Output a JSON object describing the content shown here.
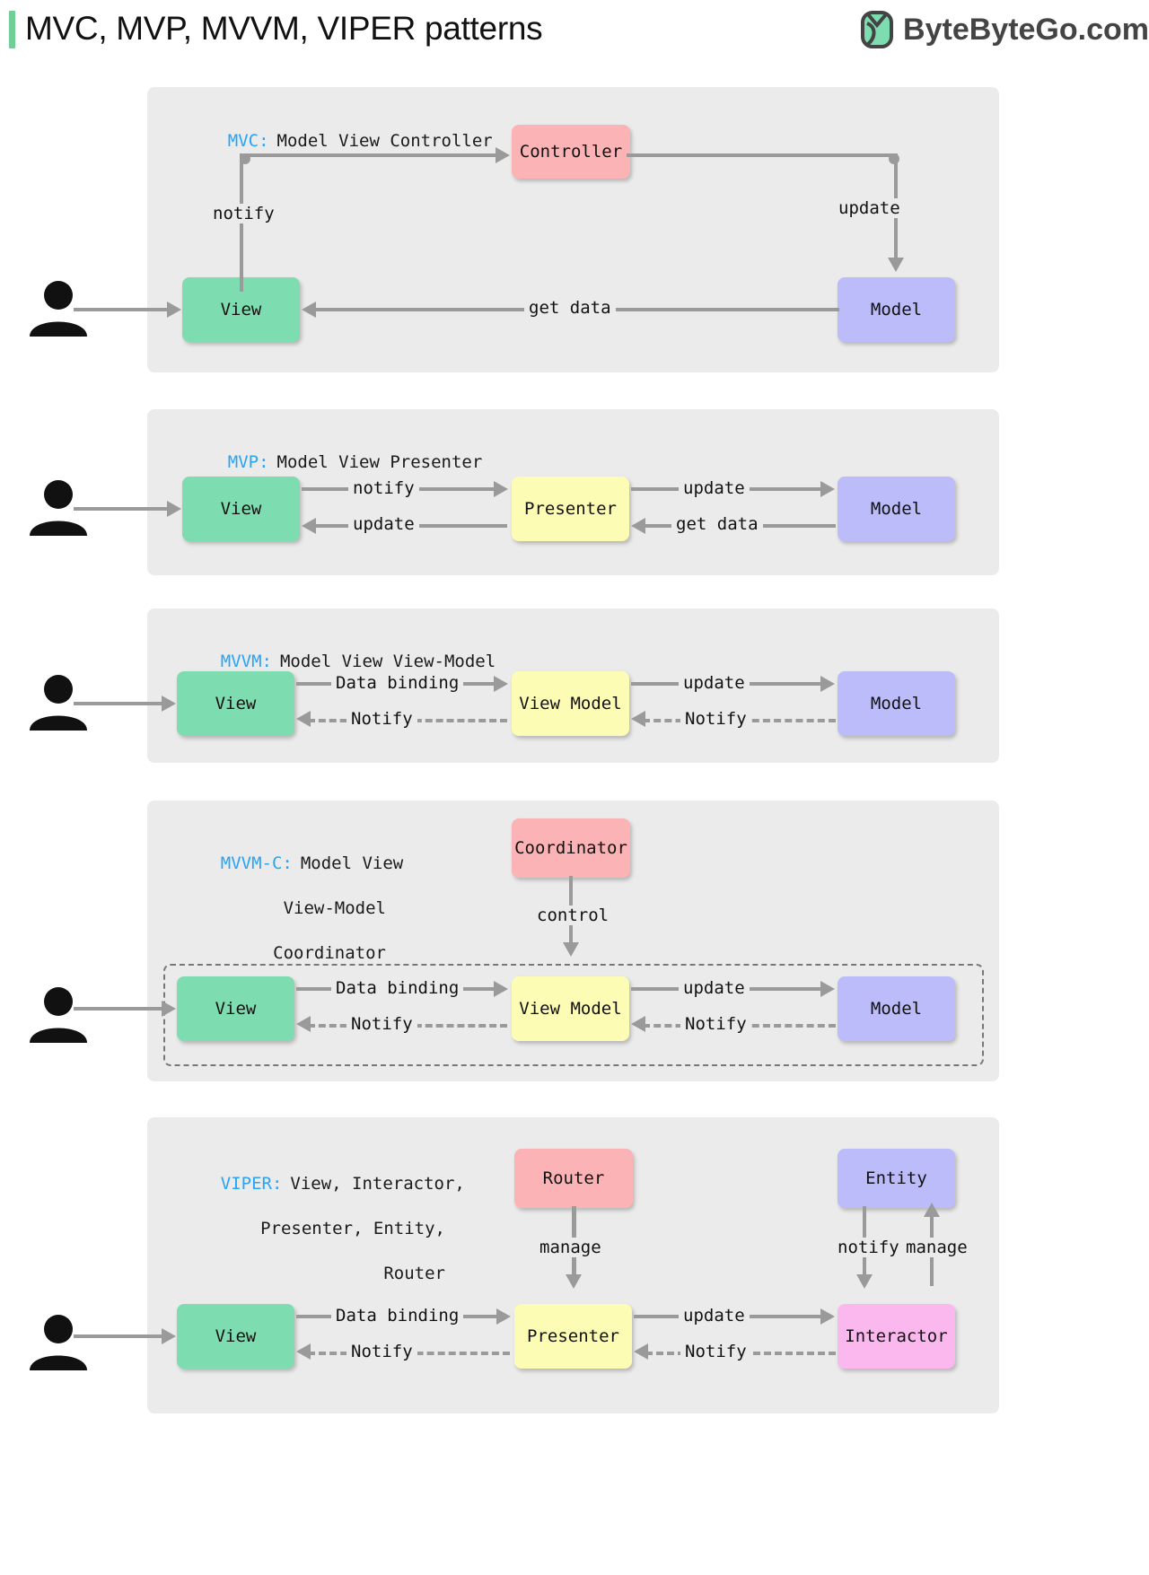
{
  "header": {
    "title": "MVC, MVP, MVVM, VIPER patterns",
    "brand": "ByteByteGo.com",
    "logo_icon": "bytebytego-logo-icon",
    "accent_color": "#6fcf97"
  },
  "colors": {
    "panel_bg": "#ebebeb",
    "view": "#7ddcb0",
    "mediator": "#fdfcb4",
    "model": "#bdbcfb",
    "router": "#fcb3b5",
    "interactor": "#fbb8ef",
    "arrow": "#9a9a9a",
    "keyword": "#29a3f5"
  },
  "sections": [
    {
      "id": "mvc",
      "key": "MVC:",
      "expansion": "Model View Controller",
      "nodes": {
        "view": "View",
        "controller": "Controller",
        "model": "Model"
      },
      "edges": {
        "notify": "notify",
        "update": "update",
        "get_data": "get data"
      }
    },
    {
      "id": "mvp",
      "key": "MVP:",
      "expansion": "Model View Presenter",
      "nodes": {
        "view": "View",
        "presenter": "Presenter",
        "model": "Model"
      },
      "edges": {
        "notify": "notify",
        "update_back": "update",
        "update": "update",
        "get_data": "get data"
      }
    },
    {
      "id": "mvvm",
      "key": "MVVM:",
      "expansion": "Model View View-Model",
      "nodes": {
        "view": "View",
        "view_model": "View Model",
        "model": "Model"
      },
      "edges": {
        "data_binding": "Data binding",
        "notify_left": "Notify",
        "update": "update",
        "notify_right": "Notify"
      }
    },
    {
      "id": "mvvmc",
      "key": "MVVM-C:",
      "expansion_line1": "Model View",
      "expansion_line2": "View-Model",
      "expansion_line3": "Coordinator",
      "nodes": {
        "coordinator": "Coordinator",
        "view": "View",
        "view_model": "View Model",
        "model": "Model"
      },
      "edges": {
        "control": "control",
        "data_binding": "Data binding",
        "notify_left": "Notify",
        "update": "update",
        "notify_right": "Notify"
      }
    },
    {
      "id": "viper",
      "key": "VIPER:",
      "expansion_line1": "View, Interactor,",
      "expansion_line2": "Presenter, Entity,",
      "expansion_line3": "Router",
      "nodes": {
        "router": "Router",
        "entity": "Entity",
        "view": "View",
        "presenter": "Presenter",
        "interactor": "Interactor"
      },
      "edges": {
        "manage_router": "manage",
        "notify_entity": "notify",
        "manage_entity": "manage",
        "data_binding": "Data binding",
        "notify_left": "Notify",
        "update": "update",
        "notify_right": "Notify"
      }
    }
  ],
  "icons": {
    "user": "user-icon"
  }
}
